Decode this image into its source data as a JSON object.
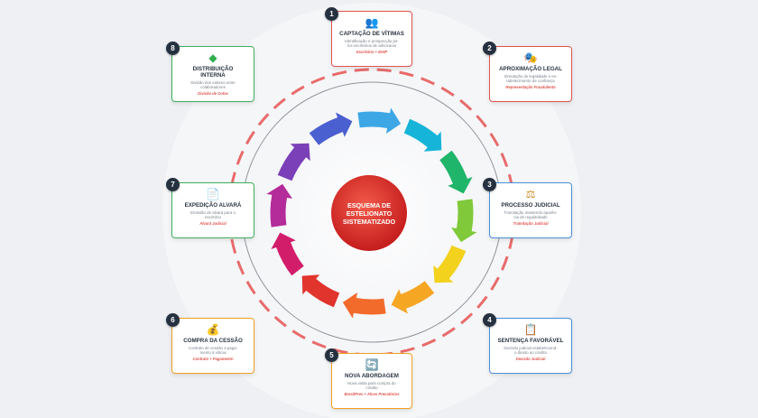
{
  "center": {
    "title": "ESQUEMA DE\nESTELIONATO\nSISTEMATIZADO"
  },
  "steps": [
    {
      "number": "1",
      "title": "CAPTAÇÃO DE VÍTIMAS",
      "description": "Identificação e prospecção pe-\nlos escritórios de advocacia",
      "tag": "Escritório + IDHP",
      "icon": "people-icon",
      "border": "#e0544d",
      "tag_color": "#e0544d"
    },
    {
      "number": "2",
      "title": "APROXIMAÇÃO LEGAL",
      "description": "Simulação de legalidade e es-\ntabelecimento de confiança",
      "tag": "Representação Fraudulenta",
      "icon": "masks-icon",
      "border": "#e0544d",
      "tag_color": "#e0544d"
    },
    {
      "number": "3",
      "title": "PROCESSO JUDICIAL",
      "description": "Tramitação mantendo aparên-\ncia de regularidade",
      "tag": "Tramitação Judicial",
      "icon": "scales-icon",
      "border": "#4a90d9",
      "tag_color": "#e0544d"
    },
    {
      "number": "4",
      "title": "SENTENÇA FAVORÁVEL",
      "description": "Decisão judicial estabelecend-\no direito ao crédito",
      "tag": "Decisão Judicial",
      "icon": "clipboard-icon",
      "border": "#4a90d9",
      "tag_color": "#e0544d"
    },
    {
      "number": "5",
      "title": "NOVA ABORDAGEM",
      "description": "Nova visita para compra do\ncrédito",
      "tag": "BrasilPrev + Alvos Precatórios",
      "icon": "refresh-icon",
      "border": "#f0a020",
      "tag_color": "#e0544d"
    },
    {
      "number": "6",
      "title": "COMPRA DA CESSÃO",
      "description": "Contrato de cessão a paga-\nmento à vítima",
      "tag": "Contrato + Pagamento",
      "icon": "money-bag-icon",
      "border": "#f0a020",
      "tag_color": "#e0544d"
    },
    {
      "number": "7",
      "title": "EXPEDIÇÃO ALVARÁ",
      "description": "Emissão de alvará para o\nescritório",
      "tag": "Alvará Judicial",
      "icon": "document-icon",
      "border": "#3fae5c",
      "tag_color": "#e0544d"
    },
    {
      "number": "8",
      "title": "DISTRIBUIÇÃO\nINTERNA",
      "description": "Divisão dos valores entre\ncolaboradores",
      "tag": "Divisão de Cotas",
      "icon": "diamond-money-icon",
      "border": "#3fae5c",
      "tag_color": "#e0544d"
    }
  ],
  "colors": {
    "arrow_cycle": [
      "#3da7e6",
      "#16b4d8",
      "#1fb56a",
      "#7fc93a",
      "#f2d21c",
      "#f5a623",
      "#f26b2a",
      "#e0342c",
      "#d21e6a",
      "#b42b9a",
      "#7b3fb8",
      "#4a5fd0"
    ],
    "center_fill": "#e22d2d",
    "dashed_ring": "#e86b6b",
    "inner_ring": "#8f959c",
    "badge": "#263140"
  }
}
